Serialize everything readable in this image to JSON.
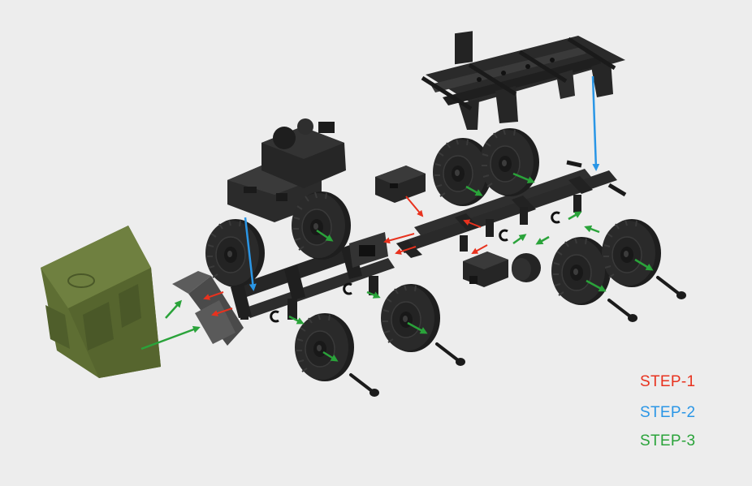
{
  "legend": {
    "step1": "STEP-1",
    "step2": "STEP-2",
    "step3": "STEP-3"
  },
  "colors": {
    "background": "#ededed",
    "part_dark": "#262626",
    "cab_green": "#5e6e33",
    "step1": "#e8321e",
    "step2": "#2a96e6",
    "step3": "#2aa33a"
  },
  "parts": {
    "cab": "truck-cab",
    "bumper": "front-bumper",
    "engine": "engine-assembly",
    "front_chassis": "front-chassis-frame",
    "rear_chassis": "rear-chassis-frame",
    "rack": "cargo-rack",
    "fuel_tank": "fuel-tank",
    "battery_box": "battery-box",
    "spare_wheel": "spare-wheel",
    "clip": "c-clip",
    "wheel": "wheel",
    "axle_pin": "axle-pin"
  }
}
